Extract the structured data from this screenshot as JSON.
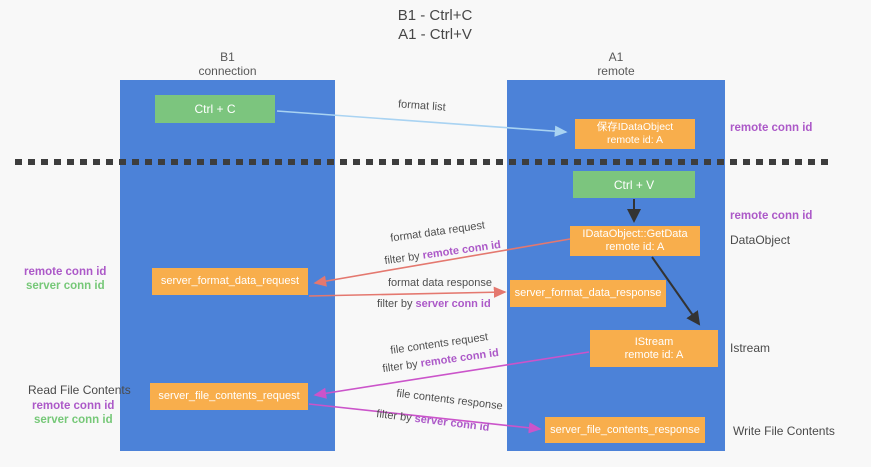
{
  "title": {
    "line1": "B1 - Ctrl+C",
    "line2": "A1 - Ctrl+V"
  },
  "columns": {
    "left": {
      "name": "B1",
      "role": "connection"
    },
    "right": {
      "name": "A1",
      "role": "remote"
    }
  },
  "nodes": {
    "ctrl_c": "Ctrl + C",
    "ctrl_v": "Ctrl + V",
    "save_idataobject": {
      "line1": "保存IDataObject",
      "line2": "remote id: A"
    },
    "getdata": {
      "line1": "IDataObject::GetData",
      "line2": "remote id: A"
    },
    "istream": {
      "line1": "IStream",
      "line2": "remote id: A"
    },
    "server_format_data_request": "server_format_data_request",
    "server_format_data_response": "server_format_data_response",
    "server_file_contents_request": "server_file_contents_request",
    "server_file_contents_response": "server_file_contents_response"
  },
  "side_labels": {
    "remote_conn_id": "remote conn id",
    "server_conn_id": "server conn id",
    "dataobject": "DataObject",
    "istream": "Istream",
    "read_file_contents": "Read File Contents",
    "write_file_contents": "Write File Contents"
  },
  "edge_labels": {
    "format_list": "format list",
    "format_data_request": "format data request",
    "format_data_response": "format data response",
    "file_contents_request": "file contents request",
    "file_contents_response": "file contents response",
    "filter_by": "filter by ",
    "remote_conn_id": "remote conn id",
    "server_conn_id": "server conn id"
  },
  "colors": {
    "lifeline_blue": "#4C82D8",
    "node_green": "#7CC57E",
    "node_orange": "#F8AE4C",
    "label_purple": "#AC59C8",
    "label_green": "#76C878",
    "arrow_salmon": "#E4786F",
    "arrow_magenta": "#CB54CA",
    "arrow_lightblue": "#A9D3F2",
    "arrow_black": "#333333"
  }
}
